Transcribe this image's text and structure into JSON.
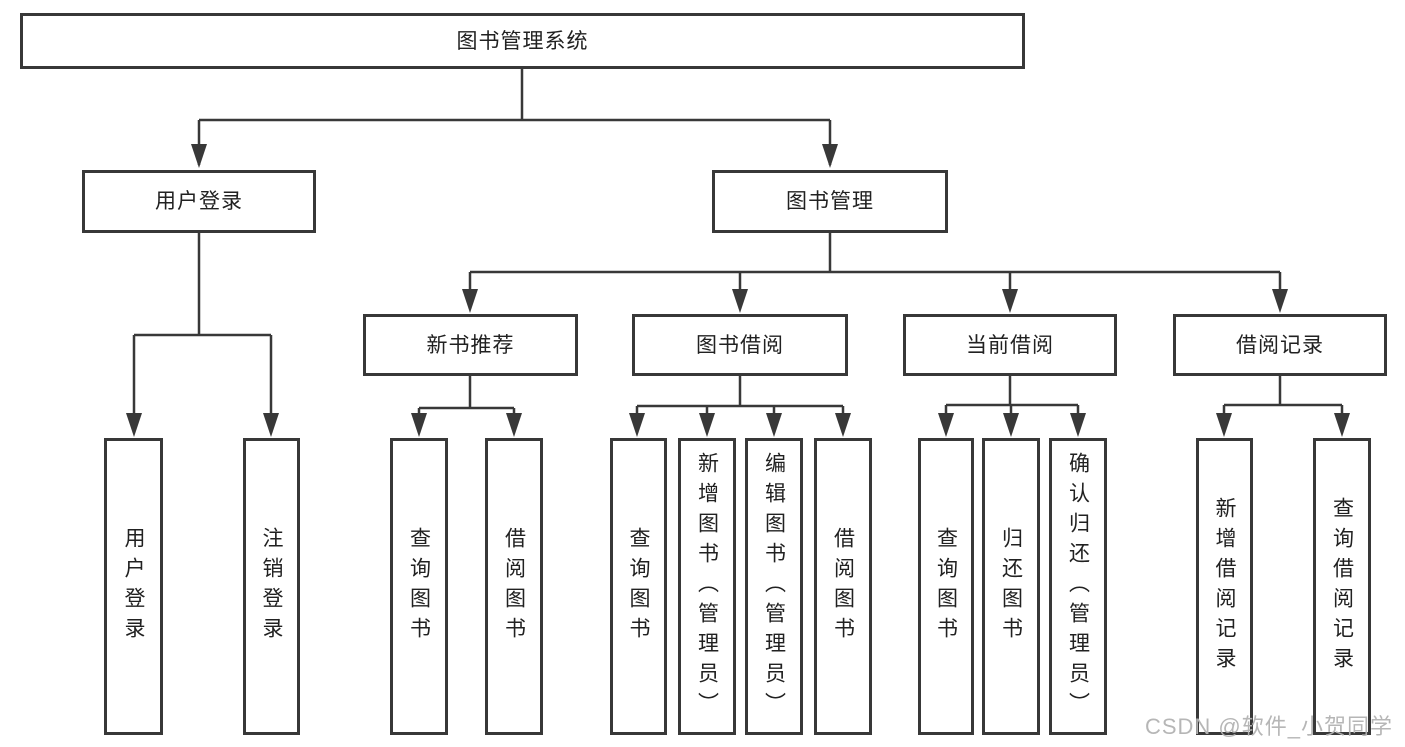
{
  "nodes": {
    "root": "图书管理系统",
    "user_login": "用户登录",
    "book_mgmt": "图书管理",
    "new_book_rec": "新书推荐",
    "book_borrow": "图书借阅",
    "current_borrow": "当前借阅",
    "borrow_records": "借阅记录",
    "leaf_user_login": "用户登录",
    "leaf_logout": "注销登录",
    "leaf_query_book_rec": "查询图书",
    "leaf_borrow_book_rec": "借阅图书",
    "leaf_query_book_borrow": "查询图书",
    "leaf_add_book_admin": "新增图书（管理员）",
    "leaf_edit_book_admin": "编辑图书（管理员）",
    "leaf_borrow_book_borrow": "借阅图书",
    "leaf_query_book_current": "查询图书",
    "leaf_return_book": "归还图书",
    "leaf_confirm_return_admin": "确认归还（管理员）",
    "leaf_add_borrow_record": "新增借阅记录",
    "leaf_query_borrow_record": "查询借阅记录"
  },
  "watermark": "CSDN @软件_小贺同学",
  "colors": {
    "line": "#383838",
    "box_border": "#383838",
    "text": "#212121",
    "watermark": "#b3b3b3",
    "background": "#ffffff"
  }
}
